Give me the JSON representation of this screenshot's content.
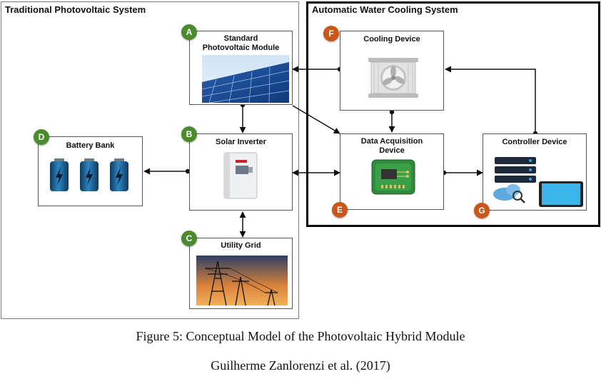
{
  "frames": {
    "traditional": "Traditional Photovoltaic System",
    "automatic": "Automatic Water Cooling System"
  },
  "nodes": {
    "a": {
      "badge": "A",
      "title": "Standard\nPhotovoltaic Module"
    },
    "b": {
      "badge": "B",
      "title": "Solar Inverter"
    },
    "c": {
      "badge": "C",
      "title": "Utility Grid"
    },
    "d": {
      "badge": "D",
      "title": "Battery Bank"
    },
    "e": {
      "badge": "E",
      "title": "Data Acquisition\nDevice"
    },
    "f": {
      "badge": "F",
      "title": "Cooling Device"
    },
    "g": {
      "badge": "G",
      "title": "Controller Device"
    }
  },
  "colors": {
    "badge_green": "#4c8a2e",
    "badge_orange": "#c9571a"
  },
  "caption": {
    "figure": "Figure 5:  Conceptual Model of the Photovoltaic Hybrid Module",
    "credit": "Guilherme Zanlorenzi et al. (2017)"
  }
}
